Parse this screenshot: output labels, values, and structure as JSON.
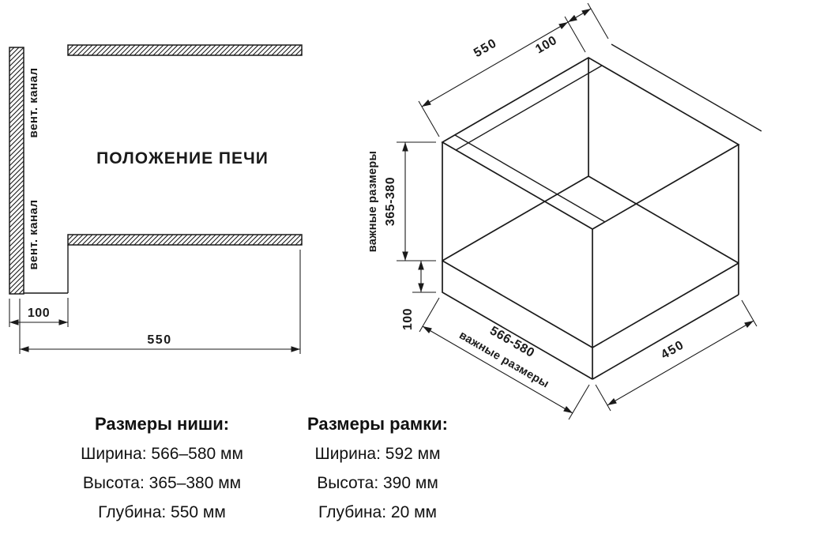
{
  "front_view": {
    "title": "ПОЛОЖЕНИЕ ПЕЧИ",
    "vent_top": "вент. канал",
    "vent_bottom": "вент. канал",
    "dim_vent_gap": "100",
    "dim_depth": "550"
  },
  "iso_view": {
    "dim_depth_top": "550",
    "dim_rear_gap": "100",
    "label_important_left": "важные размеры",
    "dim_height": "365-380",
    "dim_bottom_gap": "100",
    "dim_width": "566-580",
    "label_important_bottom": "важные размеры",
    "dim_front_depth": "450"
  },
  "specs": {
    "niche": {
      "title": "Размеры ниши:",
      "rows": [
        "Ширина: 566–580 мм",
        "Высота: 365–380 мм",
        "Глубина: 550 мм"
      ]
    },
    "frame": {
      "title": "Размеры рамки:",
      "rows": [
        "Ширина: 592 мм",
        "Высота: 390 мм",
        "Глубина: 20 мм"
      ]
    }
  },
  "colors": {
    "line": "#1a1a1a",
    "background": "#ffffff"
  }
}
